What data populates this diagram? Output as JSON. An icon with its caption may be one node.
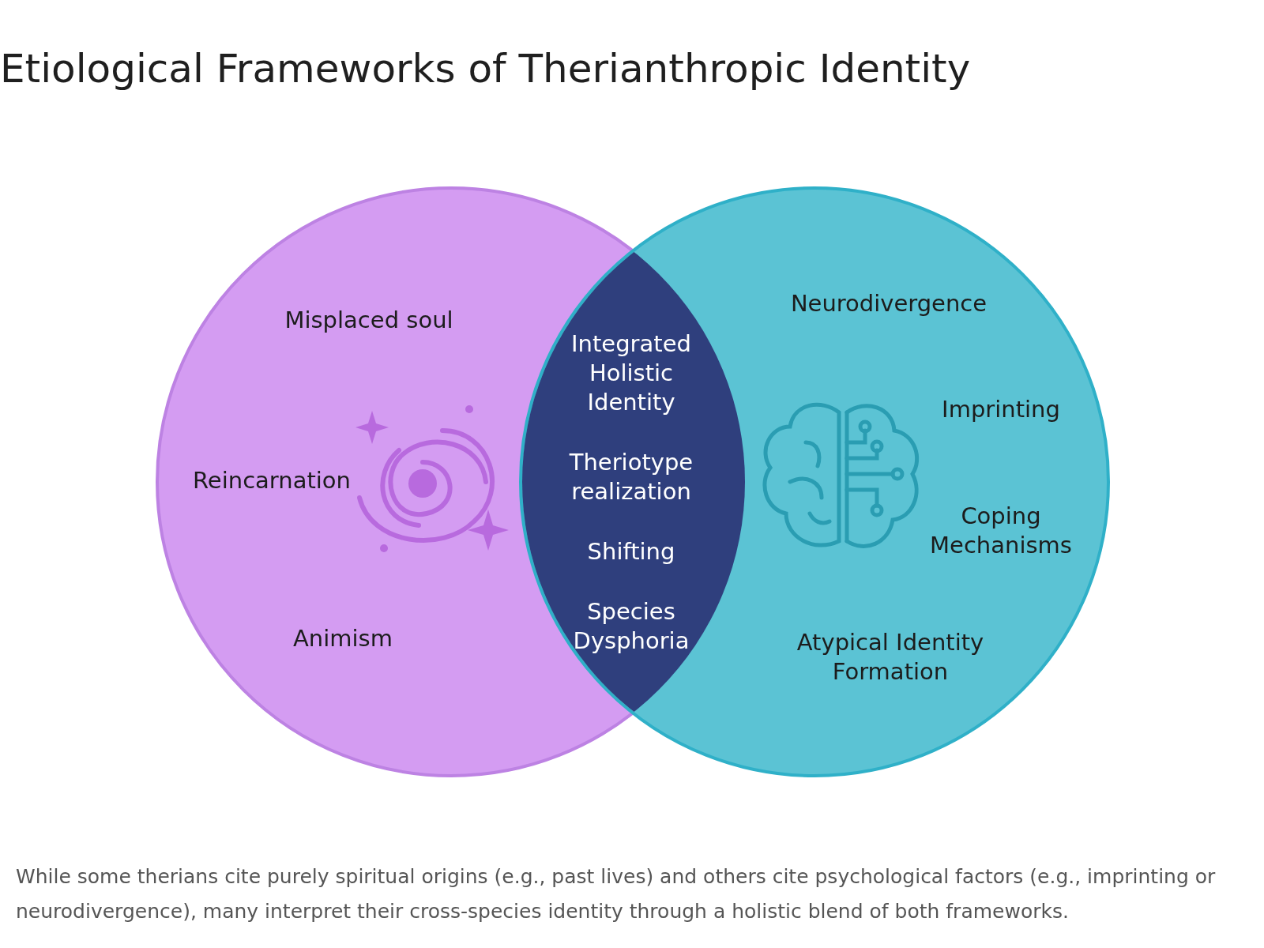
{
  "diagram": {
    "title": "Etiological Frameworks of Therianthropic Identity",
    "caption": "While some therians cite purely spiritual origins (e.g., past lives) and others cite psychological factors (e.g., imprinting or neurodivergence), many interpret their cross-species identity through a holistic blend of both frameworks.",
    "labels": [
      "Misplaced soul",
      "Integrated Holistic Identity",
      "Neurodivergence",
      "Imprinting",
      "Reincarnation",
      "Theriotype realization",
      "Coping Mechanisms",
      "Shifting",
      "Animism",
      "Species Dysphoria",
      "Atypical Identity Formation"
    ]
  }
}
